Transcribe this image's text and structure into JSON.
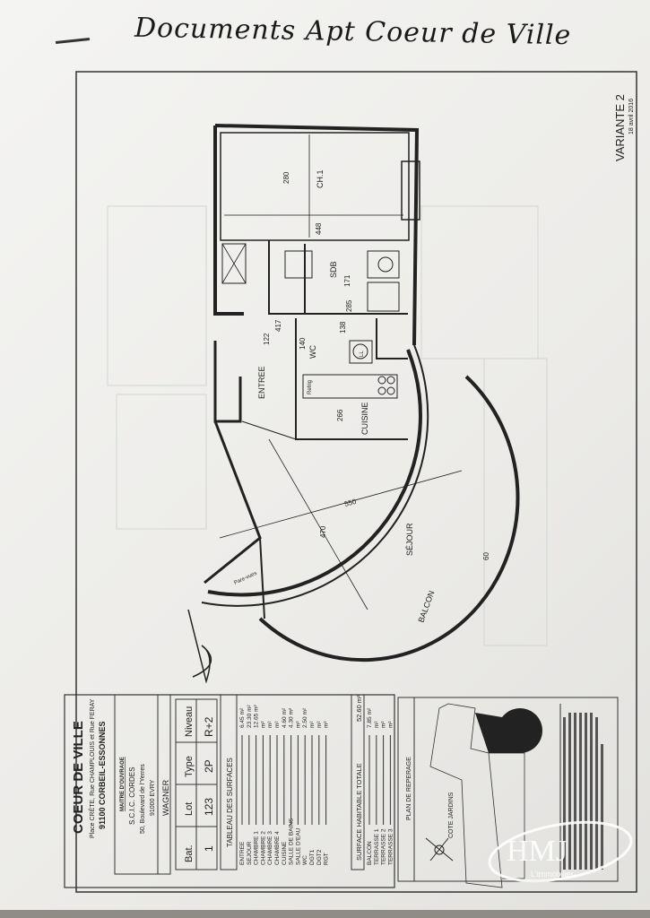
{
  "handwritten_note": "Documents Apt Coeur de Ville",
  "variant": {
    "title": "VARIANTE 2",
    "date": "18 avril 2016"
  },
  "plan": {
    "rooms": {
      "bedroom": "CH.1",
      "bathroom": "SDB",
      "wc": "WC",
      "entry": "ENTREE",
      "kitchen": "CUISINE",
      "living": "SÉJOUR",
      "balcony": "BALCON"
    },
    "dimensions": {
      "ch1_depth": "280",
      "ch1_width": "448",
      "sdb_depth": "171",
      "sdb_width": "285",
      "entree_width": "417",
      "entree_door": "122",
      "wc_width": "140",
      "wc_depth": "138",
      "cuisine_width": "266",
      "sejour_diag": "550",
      "sejour_depth": "470",
      "balcony_depth": "60"
    },
    "fixtures": {
      "fridge": "Refrig",
      "washer": "LL",
      "screen": "Pare-vues"
    }
  },
  "title_block": {
    "project": "COEUR DE VILLE",
    "address": "Place CRÊTE, Rue CHAMPLOUIS et Rue FERAY",
    "city": "91100 CORBEIL-ESSONNES",
    "owner_label": "MAITRE D'OUVRAGE",
    "owner_name": "S.C.I.C. CORDES",
    "owner_street": "50, Boulevard de l'Yerres",
    "owner_city": "91000 EVRY",
    "architect": "WAGNER",
    "table": {
      "headers": [
        "Bat.",
        "Lot",
        "Type",
        "Niveau"
      ],
      "values": [
        "1",
        "123",
        "2P",
        "R+2"
      ]
    },
    "surfaces_title": "TABLEAU DES SURFACES",
    "surfaces": [
      {
        "label": "ENTREE",
        "value": "6.45 m²"
      },
      {
        "label": "SEJOUR",
        "value": "23.30 m²"
      },
      {
        "label": "CHAMBRE 1",
        "value": "12.65 m²"
      },
      {
        "label": "CHAMBRE 2",
        "value": "m²"
      },
      {
        "label": "CHAMBRE 3",
        "value": "m²"
      },
      {
        "label": "CHAMBRE 4",
        "value": "m²"
      },
      {
        "label": "CUISINE",
        "value": "4.60 m²"
      },
      {
        "label": "SALLE DE BAINS",
        "value": "4.30 m²"
      },
      {
        "label": "SALLE D'EAU",
        "value": "m²"
      },
      {
        "label": "WC",
        "value": "2.50 m²"
      },
      {
        "label": "DGT1",
        "value": "m²"
      },
      {
        "label": "DGT2",
        "value": "m²"
      },
      {
        "label": "RGT",
        "value": "m²"
      }
    ],
    "total_label": "SURFACE HABITABLE TOTALE",
    "total_value": "52.60 m²",
    "exterior": [
      {
        "label": "BALCON",
        "value": "7.85 m²"
      },
      {
        "label": "TERRASSE 1",
        "value": "m²"
      },
      {
        "label": "TERRASSE 2",
        "value": "m²"
      },
      {
        "label": "TERRASSE 3",
        "value": "m²"
      }
    ],
    "location_plan_title": "PLAN DE REPERAGE",
    "garden_side": "COTE JARDINS"
  },
  "watermark": {
    "logo": "HMJ",
    "tagline": "L'immobilier"
  }
}
